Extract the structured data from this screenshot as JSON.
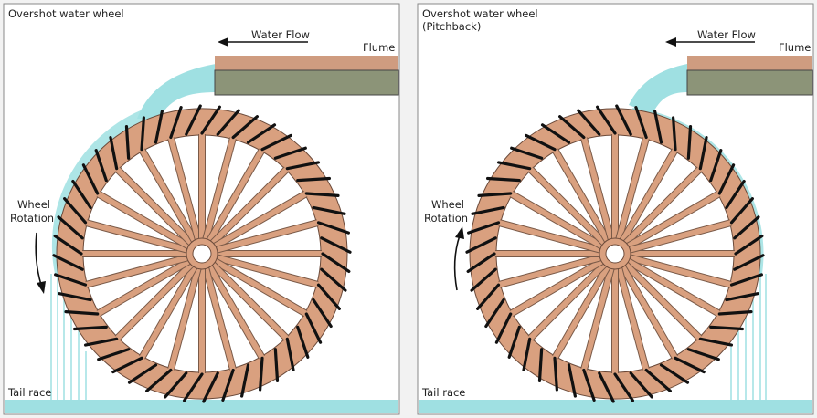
{
  "panels": [
    {
      "title": "Overshot water wheel",
      "subtitle": "",
      "water_flow_label": "Water Flow",
      "flume_label": "Flume",
      "rotation_label_line1": "Wheel",
      "rotation_label_line2": "Rotation",
      "tail_race_label": "Tail race",
      "rotation_direction": "counterclockwise",
      "mirrored": false
    },
    {
      "title": "Overshot water wheel",
      "subtitle": "(Pitchback)",
      "water_flow_label": "Water Flow",
      "flume_label": "Flume",
      "rotation_label_line1": "Wheel",
      "rotation_label_line2": "Rotation",
      "tail_race_label": "Tail race",
      "rotation_direction": "clockwise",
      "mirrored": true
    }
  ],
  "colors": {
    "background": "#f2f2f2",
    "panel_fill": "#ffffff",
    "panel_border": "#888888",
    "wood": "#d9a07f",
    "bucket": "#111111",
    "water": "#9fe0e2",
    "flume_top": "#cf9c80",
    "flume_bottom": "#8c9478",
    "text": "#222222"
  },
  "wheel": {
    "spokes": 24,
    "buckets": 48
  }
}
